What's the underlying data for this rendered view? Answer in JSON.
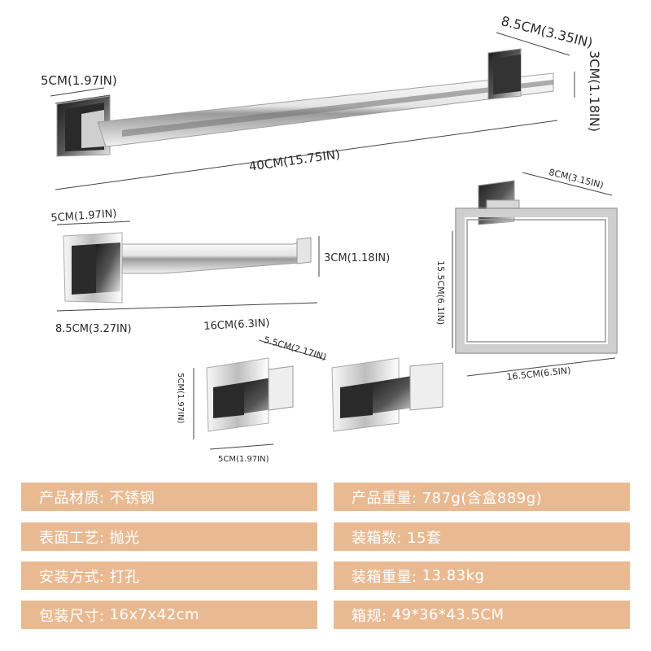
{
  "dimensions": {
    "bar_width": "5CM(1.97IN)",
    "bar_depth": "8.5CM(3.35IN)",
    "bar_height": "3CM(1.18IN)",
    "bar_length": "40CM(15.75IN)",
    "holder_width": "5CM(1.97IN)",
    "holder_height": "3CM(1.18IN)",
    "holder_depth": "8.5CM(3.27IN)",
    "holder_length": "16CM(6.3IN)",
    "ring_depth": "8CM(3.15IN)",
    "ring_height": "15.5CM(6.1IN)",
    "ring_width": "16.5CM(6.5IN)",
    "hook_depth": "5.5CM(2.17IN)",
    "hook_height": "5CM(1.97IN)",
    "hook_width": "5CM(1.97IN)"
  },
  "specs": [
    {
      "label": "产品材质:",
      "value": "不锈钢"
    },
    {
      "label": "产品重量:",
      "value": "787g(含盒889g)"
    },
    {
      "label": "表面工艺:",
      "value": "抛光"
    },
    {
      "label": "装箱数:",
      "value": "15套"
    },
    {
      "label": "安装方式:",
      "value": "打孔"
    },
    {
      "label": "装箱重量:",
      "value": "13.83kg"
    },
    {
      "label": "包装尺寸:",
      "value": "16x7x42cm"
    },
    {
      "label": "箱规:",
      "value": "49*36*43.5CM"
    }
  ],
  "colors": {
    "spec_bg": "#e9ba92",
    "spec_text": "#ffffff",
    "chrome_light": "#f4f4f4",
    "chrome_dark": "#2b2b2b"
  }
}
